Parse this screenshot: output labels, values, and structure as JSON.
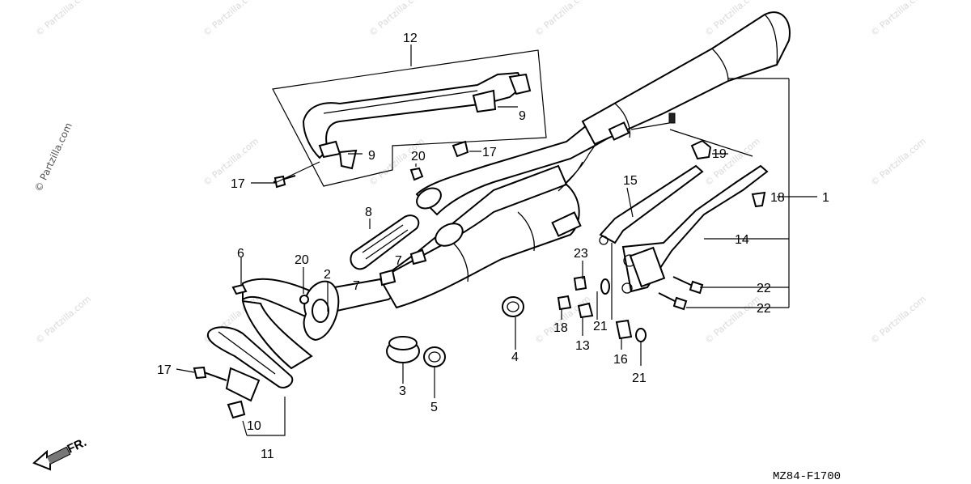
{
  "diagram": {
    "code": "MZ84-F1700",
    "direction_label": "FR.",
    "watermark": "© Partzilla.com",
    "callouts": {
      "c1": "1",
      "c2": "2",
      "c3": "3",
      "c4": "4",
      "c5": "5",
      "c6": "6",
      "c7a": "7",
      "c7b": "7",
      "c8": "8",
      "c9a": "9",
      "c9b": "9",
      "c10": "10",
      "c11": "11",
      "c12": "12",
      "c13": "13",
      "c14": "14",
      "c15": "15",
      "c16": "16",
      "c17a": "17",
      "c17b": "17",
      "c17c": "17",
      "c18a": "18",
      "c18b": "18",
      "c19": "19",
      "c20a": "20",
      "c20b": "20",
      "c21a": "21",
      "c21b": "21",
      "c22a": "22",
      "c22b": "22",
      "c23": "23"
    }
  }
}
